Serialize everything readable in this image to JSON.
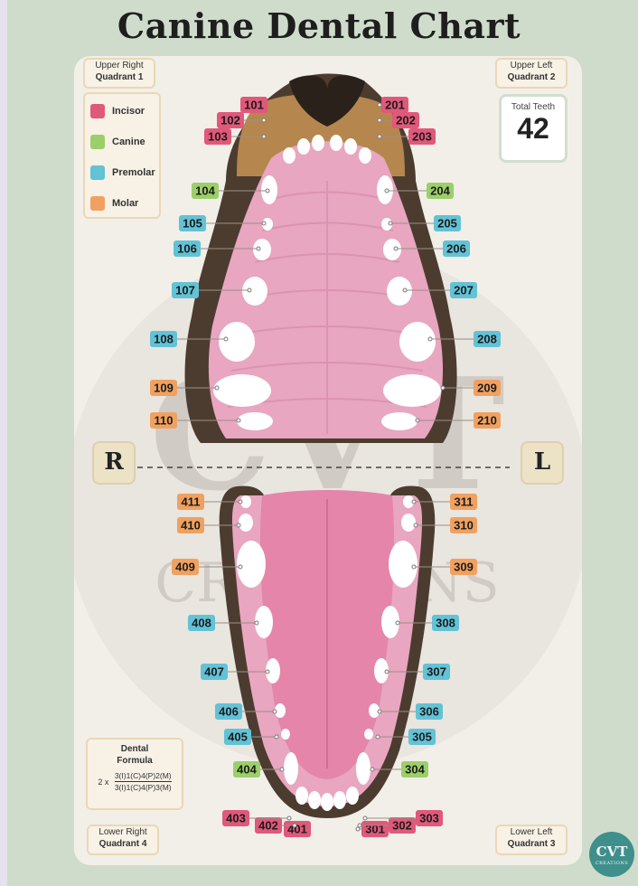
{
  "title": "Canine Dental Chart",
  "quadrants": {
    "upper_right": {
      "line1": "Upper Right",
      "line2": "Quadrant 1"
    },
    "upper_left": {
      "line1": "Upper Left",
      "line2": "Quadrant 2"
    },
    "lower_right": {
      "line1": "Lower Right",
      "line2": "Quadrant 4"
    },
    "lower_left": {
      "line1": "Lower Left",
      "line2": "Quadrant 3"
    }
  },
  "legend": [
    {
      "label": "Incisor",
      "color": "#e0587a"
    },
    {
      "label": "Canine",
      "color": "#9ccf6a"
    },
    {
      "label": "Premolar",
      "color": "#62c2d6"
    },
    {
      "label": "Molar",
      "color": "#f0a160"
    }
  ],
  "total_teeth": {
    "label": "Total Teeth",
    "value": "42"
  },
  "sides": {
    "right": "R",
    "left": "L"
  },
  "formula": {
    "title_line1": "Dental",
    "title_line2": "Formula",
    "multiplier": "2 x",
    "upper": "3(I)1(C)4(P)2(M)",
    "lower": "3(I)1(C)4(P)3(M)"
  },
  "watermark": {
    "big": "CVT",
    "small": "CREATIONS"
  },
  "logo": {
    "line1": "CVT",
    "line2": "CREATIONS"
  },
  "teeth": [
    {
      "id": "101",
      "type": "incisor"
    },
    {
      "id": "102",
      "type": "incisor"
    },
    {
      "id": "103",
      "type": "incisor"
    },
    {
      "id": "104",
      "type": "canine"
    },
    {
      "id": "105",
      "type": "premolar"
    },
    {
      "id": "106",
      "type": "premolar"
    },
    {
      "id": "107",
      "type": "premolar"
    },
    {
      "id": "108",
      "type": "premolar"
    },
    {
      "id": "109",
      "type": "molar"
    },
    {
      "id": "110",
      "type": "molar"
    },
    {
      "id": "201",
      "type": "incisor"
    },
    {
      "id": "202",
      "type": "incisor"
    },
    {
      "id": "203",
      "type": "incisor"
    },
    {
      "id": "204",
      "type": "canine"
    },
    {
      "id": "205",
      "type": "premolar"
    },
    {
      "id": "206",
      "type": "premolar"
    },
    {
      "id": "207",
      "type": "premolar"
    },
    {
      "id": "208",
      "type": "premolar"
    },
    {
      "id": "209",
      "type": "molar"
    },
    {
      "id": "210",
      "type": "molar"
    },
    {
      "id": "301",
      "type": "incisor"
    },
    {
      "id": "302",
      "type": "incisor"
    },
    {
      "id": "303",
      "type": "incisor"
    },
    {
      "id": "304",
      "type": "canine"
    },
    {
      "id": "305",
      "type": "premolar"
    },
    {
      "id": "306",
      "type": "premolar"
    },
    {
      "id": "307",
      "type": "premolar"
    },
    {
      "id": "308",
      "type": "premolar"
    },
    {
      "id": "309",
      "type": "molar"
    },
    {
      "id": "310",
      "type": "molar"
    },
    {
      "id": "311",
      "type": "molar"
    },
    {
      "id": "401",
      "type": "incisor"
    },
    {
      "id": "402",
      "type": "incisor"
    },
    {
      "id": "403",
      "type": "incisor"
    },
    {
      "id": "404",
      "type": "canine"
    },
    {
      "id": "405",
      "type": "premolar"
    },
    {
      "id": "406",
      "type": "premolar"
    },
    {
      "id": "407",
      "type": "premolar"
    },
    {
      "id": "408",
      "type": "premolar"
    },
    {
      "id": "409",
      "type": "molar"
    },
    {
      "id": "410",
      "type": "molar"
    },
    {
      "id": "411",
      "type": "molar"
    }
  ]
}
